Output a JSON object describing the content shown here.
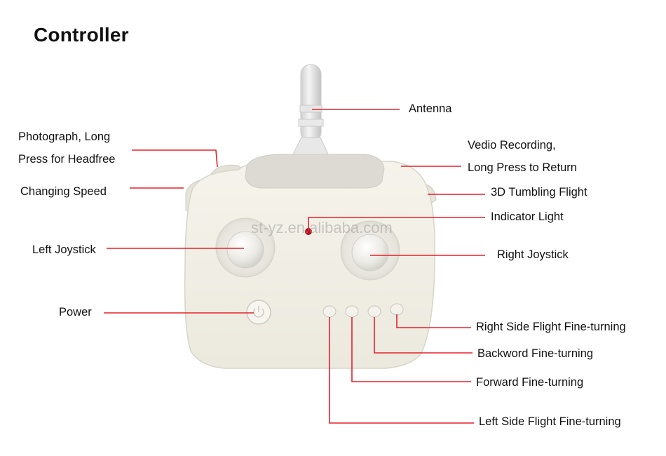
{
  "title": "Controller",
  "watermark": "st-yz.en.alibaba.com",
  "labels": {
    "antenna": "Antenna",
    "photograph_line1": "Photograph, Long",
    "photograph_line2": "Press for Headfree",
    "changing_speed": "Changing Speed",
    "video_line1": "Vedio Recording,",
    "video_line2": "Long Press to Return",
    "tumbling": "3D Tumbling Flight",
    "indicator": "Indicator Light",
    "left_joystick": "Left Joystick",
    "right_joystick": "Right Joystick",
    "power": "Power",
    "right_side": "Right Side Flight Fine-turning",
    "backword": "Backword Fine-turning",
    "forward": "Forward Fine-turning",
    "left_side": "Left Side Flight Fine-turning"
  },
  "colors": {
    "callout_line": "#e8202a",
    "body": "#f1efe6",
    "body_shadow": "#d9d6cb",
    "indicator": "#b3111a"
  }
}
